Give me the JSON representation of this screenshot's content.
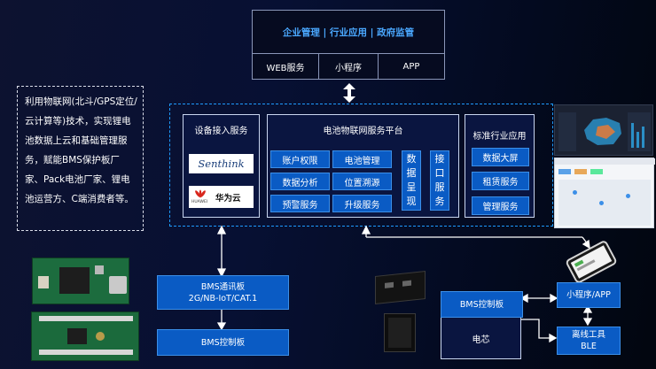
{
  "top_block": {
    "header": "企业管理 | 行业应用 | 政府监管",
    "items": [
      "WEB服务",
      "小程序",
      "APP"
    ]
  },
  "intro_text": "利用物联网(北斗/GPS定位/云计算等)技术，实现锂电池数据上云和基础管理服务，赋能BMS保护板厂家、Pack电池厂家、锂电池运营方、C端消费者等。",
  "device_access": {
    "title": "设备接入服务",
    "logos": [
      {
        "name": "Senthink",
        "text": "Senthink"
      },
      {
        "name": "huawei-cloud",
        "text": "华为云",
        "subtext": "HUAWEI"
      }
    ]
  },
  "platform": {
    "title": "电池物联网服务平台",
    "services": [
      "账户权限",
      "电池管理",
      "数据分析",
      "位置溯源",
      "预警服务",
      "升级服务"
    ],
    "data_presentation": "数据呈现",
    "interface_service": "接口服务"
  },
  "industry_apps": {
    "title": "标准行业应用",
    "items": [
      "数据大屏",
      "租赁服务",
      "管理服务"
    ]
  },
  "comm_board": {
    "line1": "BMS通讯板",
    "line2": "2G/NB-IoT/CAT.1"
  },
  "bms_control_left": "BMS控制板",
  "battery_group": {
    "bms_control": "BMS控制板",
    "cell": "电芯"
  },
  "miniprogram_app": "小程序/APP",
  "offline_tool": {
    "line1": "离线工具",
    "line2": "BLE"
  },
  "colors": {
    "accent": "#0a5bc4",
    "dashed_border": "#1e9bff",
    "header_text": "#4aa8ff",
    "background": "#050b22"
  }
}
